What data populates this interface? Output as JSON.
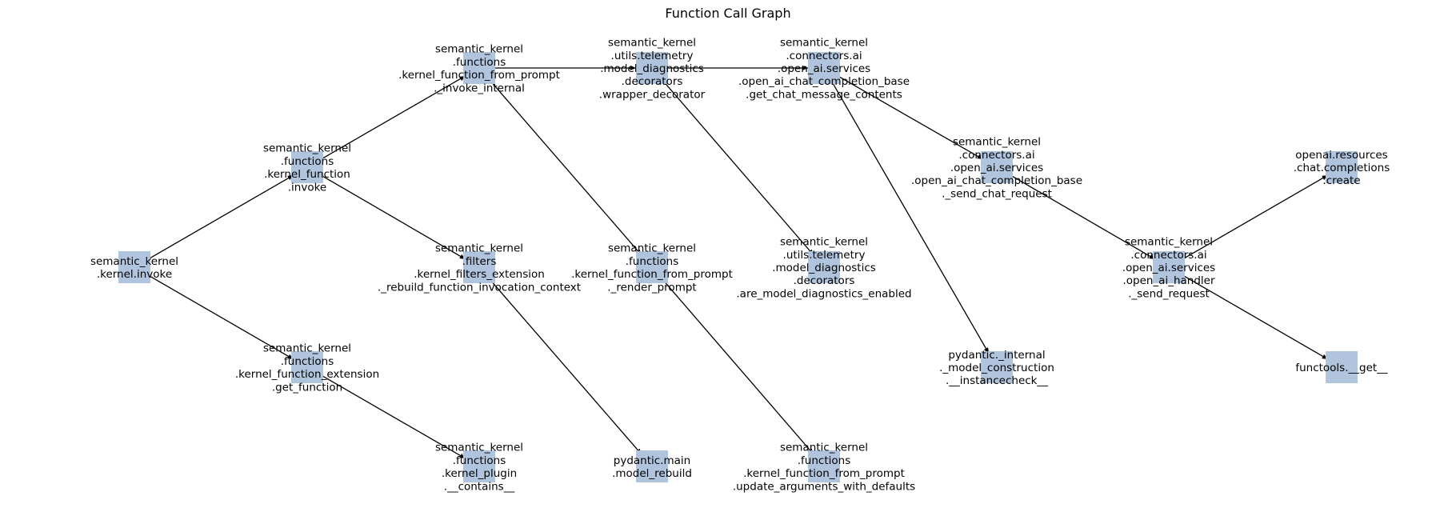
{
  "title": "Function Call Graph",
  "colors": {
    "node_fill": "#b0c4de",
    "edge": "#000000",
    "text": "#000000",
    "background": "#ffffff"
  },
  "nodes": [
    {
      "id": "kernel_invoke",
      "lines": [
        "semantic_kernel",
        ".kernel.invoke"
      ]
    },
    {
      "id": "kf_invoke",
      "lines": [
        "semantic_kernel",
        ".functions",
        ".kernel_function",
        ".invoke"
      ]
    },
    {
      "id": "kfe_get_function",
      "lines": [
        "semantic_kernel",
        ".functions",
        ".kernel_function_extension",
        ".get_function"
      ]
    },
    {
      "id": "kffp_invoke_internal",
      "lines": [
        "semantic_kernel",
        ".functions",
        ".kernel_function_from_prompt",
        "._invoke_internal"
      ]
    },
    {
      "id": "filters_rebuild",
      "lines": [
        "semantic_kernel",
        ".filters",
        ".kernel_filters_extension",
        "._rebuild_function_invocation_context"
      ]
    },
    {
      "id": "kplugin_contains",
      "lines": [
        "semantic_kernel",
        ".functions",
        ".kernel_plugin",
        ".__contains__"
      ]
    },
    {
      "id": "telemetry_wrapper",
      "lines": [
        "semantic_kernel",
        ".utils.telemetry",
        ".model_diagnostics",
        ".decorators",
        ".wrapper_decorator"
      ]
    },
    {
      "id": "kffp_render_prompt",
      "lines": [
        "semantic_kernel",
        ".functions",
        ".kernel_function_from_prompt",
        "._render_prompt"
      ]
    },
    {
      "id": "pydantic_model_rebuild",
      "lines": [
        "pydantic.main",
        ".model_rebuild"
      ]
    },
    {
      "id": "get_chat_message_contents",
      "lines": [
        "semantic_kernel",
        ".connectors.ai",
        ".open_ai.services",
        ".open_ai_chat_completion_base",
        ".get_chat_message_contents"
      ]
    },
    {
      "id": "are_model_diag_enabled",
      "lines": [
        "semantic_kernel",
        ".utils.telemetry",
        ".model_diagnostics",
        ".decorators",
        ".are_model_diagnostics_enabled"
      ]
    },
    {
      "id": "update_args_defaults",
      "lines": [
        "semantic_kernel",
        ".functions",
        ".kernel_function_from_prompt",
        ".update_arguments_with_defaults"
      ]
    },
    {
      "id": "send_chat_request",
      "lines": [
        "semantic_kernel",
        ".connectors.ai",
        ".open_ai.services",
        ".open_ai_chat_completion_base",
        "._send_chat_request"
      ]
    },
    {
      "id": "pydantic_instancecheck",
      "lines": [
        "pydantic._internal",
        "._model_construction",
        ".__instancecheck__"
      ]
    },
    {
      "id": "handler_send_request",
      "lines": [
        "semantic_kernel",
        ".connectors.ai",
        ".open_ai.services",
        ".open_ai_handler",
        "._send_request"
      ]
    },
    {
      "id": "openai_create",
      "lines": [
        "openai.resources",
        ".chat.completions",
        ".create"
      ]
    },
    {
      "id": "functools_get",
      "lines": [
        "functools.__get__"
      ]
    }
  ],
  "edges": [
    [
      "kernel_invoke",
      "kf_invoke"
    ],
    [
      "kernel_invoke",
      "kfe_get_function"
    ],
    [
      "kf_invoke",
      "kffp_invoke_internal"
    ],
    [
      "kf_invoke",
      "filters_rebuild"
    ],
    [
      "kfe_get_function",
      "kplugin_contains"
    ],
    [
      "kffp_invoke_internal",
      "telemetry_wrapper"
    ],
    [
      "kffp_invoke_internal",
      "kffp_render_prompt"
    ],
    [
      "filters_rebuild",
      "pydantic_model_rebuild"
    ],
    [
      "telemetry_wrapper",
      "get_chat_message_contents"
    ],
    [
      "telemetry_wrapper",
      "are_model_diag_enabled"
    ],
    [
      "kffp_render_prompt",
      "update_args_defaults"
    ],
    [
      "get_chat_message_contents",
      "send_chat_request"
    ],
    [
      "get_chat_message_contents",
      "pydantic_instancecheck"
    ],
    [
      "send_chat_request",
      "handler_send_request"
    ],
    [
      "handler_send_request",
      "openai_create"
    ],
    [
      "handler_send_request",
      "functools_get"
    ]
  ]
}
